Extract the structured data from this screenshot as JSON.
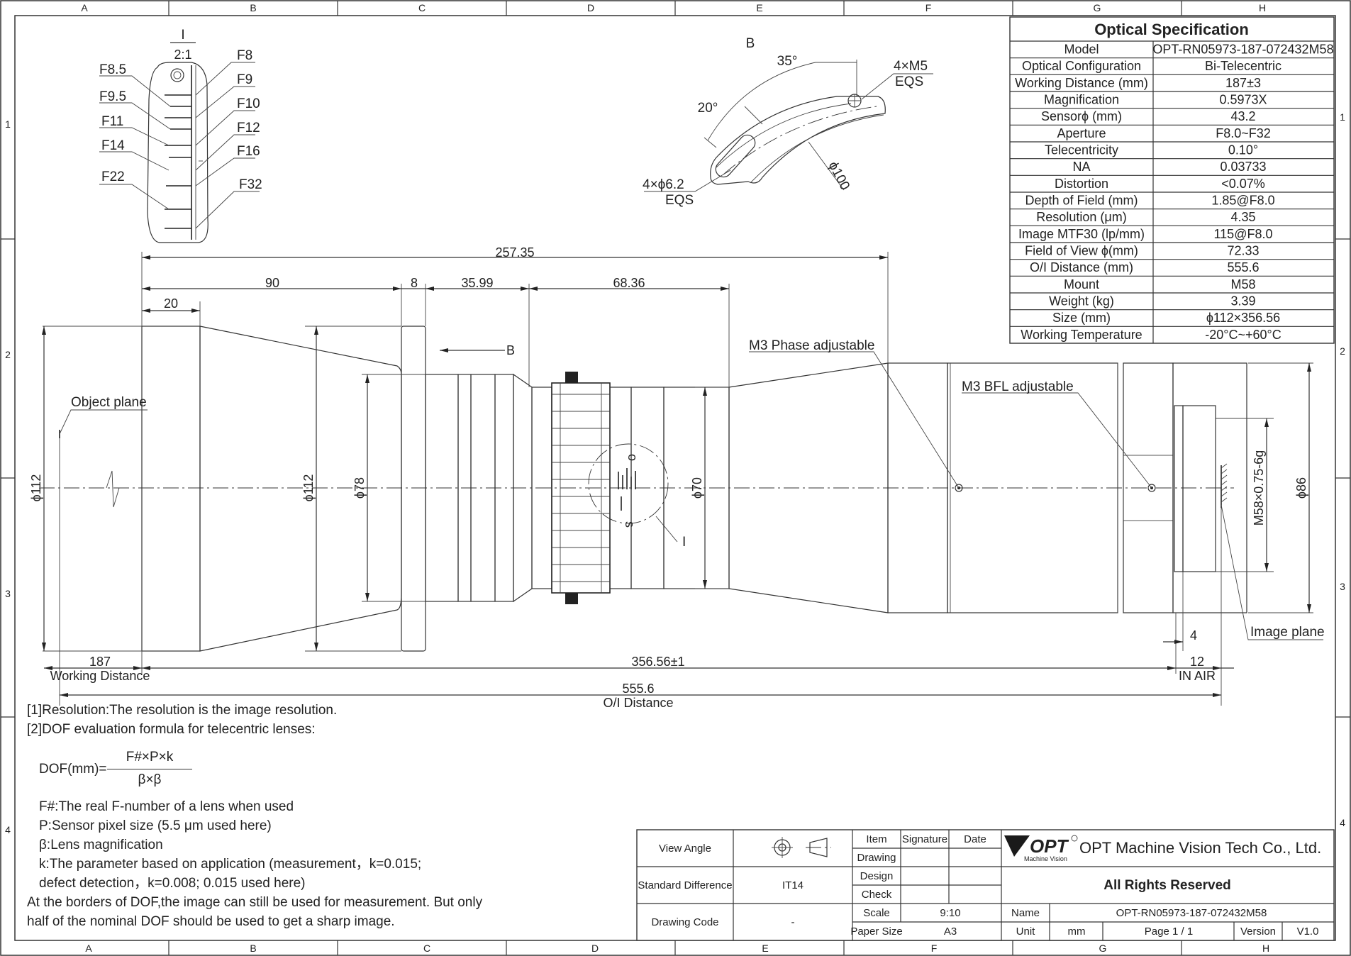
{
  "grid": {
    "cols": [
      "A",
      "B",
      "C",
      "D",
      "E",
      "F",
      "G",
      "H"
    ],
    "rows": [
      "1",
      "2",
      "3",
      "4"
    ]
  },
  "detail": {
    "id": "I",
    "scale": "2:1",
    "left_labels": [
      "F8.5",
      "F9.5",
      "F11",
      "F14",
      "F22"
    ],
    "right_labels": [
      "F8",
      "F9",
      "F10",
      "F12",
      "F16",
      "F32"
    ]
  },
  "view_b": {
    "id": "B",
    "angle1": "35°",
    "angle2": "20°",
    "hole_label": "4×M5",
    "hole_note": "EQS",
    "slot_label": "4×ϕ6.2",
    "slot_note": "EQS",
    "dia": "ϕ100"
  },
  "spec": {
    "title": "Optical Specification",
    "rows": [
      {
        "k": "Model",
        "v": "OPT-RN05973-187-072432M58"
      },
      {
        "k": "Optical Configuration",
        "v": "Bi-Telecentric"
      },
      {
        "k": "Working Distance (mm)",
        "v": "187±3"
      },
      {
        "k": "Magnification",
        "v": "0.5973X"
      },
      {
        "k": "Sensorϕ (mm)",
        "v": "43.2"
      },
      {
        "k": "Aperture",
        "v": "F8.0~F32"
      },
      {
        "k": "Telecentricity",
        "v": "0.10°"
      },
      {
        "k": "NA",
        "v": "0.03733"
      },
      {
        "k": "Distortion",
        "v": "<0.07%"
      },
      {
        "k": "Depth of Field (mm)",
        "v": "1.85@F8.0"
      },
      {
        "k": "Resolution (μm)",
        "v": "4.35"
      },
      {
        "k": "Image MTF30 (lp/mm)",
        "v": "115@F8.0"
      },
      {
        "k": "Field of View ϕ(mm)",
        "v": "72.33"
      },
      {
        "k": "O/I Distance (mm)",
        "v": "555.6"
      },
      {
        "k": "Mount",
        "v": "M58"
      },
      {
        "k": "Weight (kg)",
        "v": "3.39"
      },
      {
        "k": "Size (mm)",
        "v": "ϕ112×356.56"
      },
      {
        "k": "Working Temperature",
        "v": "-20°C~+60°C"
      }
    ]
  },
  "dims": {
    "d257": "257.35",
    "d90": "90",
    "d8": "8",
    "d3599": "35.99",
    "d6836": "68.36",
    "d20": "20",
    "d187": "187",
    "working_distance": "Working Distance",
    "d356": "356.56±1",
    "d12": "12",
    "in_air": "IN AIR",
    "d4": "4",
    "d5556": "555.6",
    "oi_distance": "O/I Distance",
    "phi112a": "ϕ112",
    "phi112b": "ϕ112",
    "phi78": "ϕ78",
    "phi70": "ϕ70",
    "phi86": "ϕ86",
    "thread": "M58×0.75-6g",
    "arrow_b": "B",
    "detail_i": "I"
  },
  "callouts": {
    "object_plane": "Object plane",
    "image_plane": "Image plane",
    "phase": "M3 Phase adjustable",
    "bfl": "M3 BFL adjustable"
  },
  "notes": {
    "n1": "[1]Resolution:The resolution is  the image resolution.",
    "n2": "[2]DOF evaluation formula for telecentric lenses:",
    "formula_lhs": "DOF(mm)=",
    "formula_num": "F#×P×k",
    "formula_den": "β×β",
    "l1": "F#:The real F-number of a lens when used",
    "l2": "P:Sensor pixel size (5.5 μm used here)",
    "l3": "β:Lens magnification",
    "l4": "k:The parameter based on application (measurement，k=0.015;",
    "l5": "defect detection，k=0.008; 0.015 used here)",
    "l6": "At the borders of DOF,the image can still be used for measurement. But only",
    "l7": "half of the nominal DOF should be used to get a sharp image."
  },
  "title_block": {
    "view_angle": "View Angle",
    "std_diff": "Standard Difference",
    "std_val": "IT14",
    "drawing_code": "Drawing Code",
    "drawing_code_val": "-",
    "item": "Item",
    "signature": "Signature",
    "date": "Date",
    "drawing": "Drawing",
    "design": "Design",
    "check": "Check",
    "scale": "Scale",
    "scale_val": "9:10",
    "paper_size": "Paper Size",
    "paper_val": "A3",
    "logo": "OPT",
    "logo_sub": "Machine Vision",
    "company": "OPT Machine Vision Tech Co., Ltd.",
    "rights": "All Rights Reserved",
    "name": "Name",
    "name_val": "OPT-RN05973-187-072432M58",
    "unit": "Unit",
    "unit_val": "mm",
    "page": "Page  1 / 1",
    "version": "Version",
    "version_val": "V1.0",
    "brand_color": "#1a1a1a"
  }
}
